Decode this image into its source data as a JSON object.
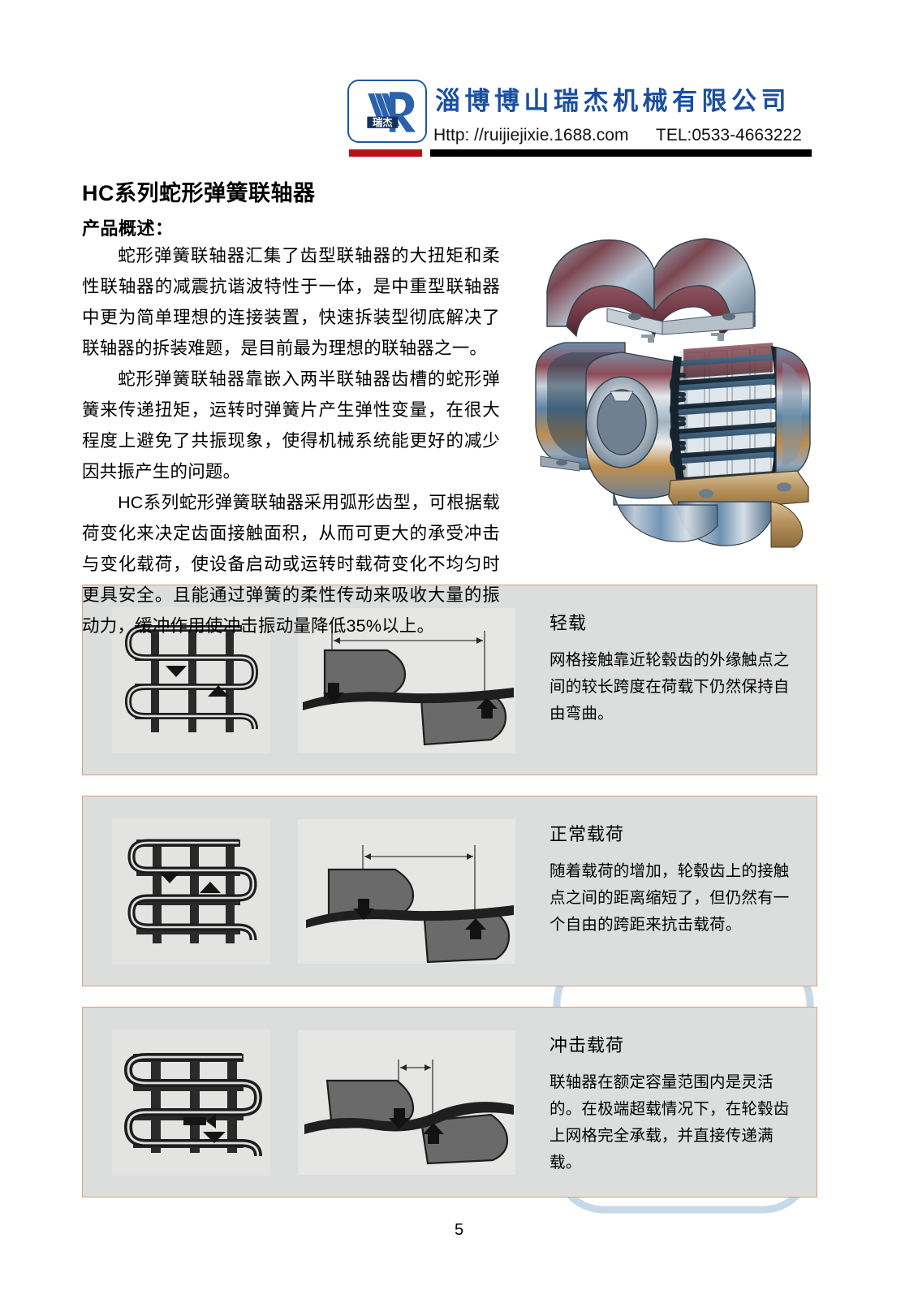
{
  "header": {
    "logo_alt": "瑞杰",
    "logo_mark_text": "瑞杰",
    "company_name": "淄博博山瑞杰机械有限公司",
    "url": "Http: //ruijiejixie.1688.com",
    "tel": "TEL:0533-4663222",
    "rule_red_color": "#b71218",
    "rule_black_color": "#000000",
    "brand_color": "#1a4fa0"
  },
  "content": {
    "title": "HC系列蛇形弹簧联轴器",
    "section_label": "产品概述：",
    "paragraphs": [
      "蛇形弹簧联轴器汇集了齿型联轴器的大扭矩和柔性联轴器的减震抗谐波特性于一体，是中重型联轴器中更为简单理想的连接装置，快速拆装型彻底解决了联轴器的拆装难题，是目前最为理想的联轴器之一。",
      "蛇形弹簧联轴器靠嵌入两半联轴器齿槽的蛇形弹簧来传递扭矩，运转时弹簧片产生弹性变量，在很大程度上避免了共振现象，使得机械系统能更好的减少因共振产生的问题。",
      "HC系列蛇形弹簧联轴器采用弧形齿型，可根据载荷变化来决定齿面接触面积，从而可更大的承受冲击与变化载荷，使设备启动或运转时载荷变化不均匀时更具安全。且能通过弹簧的柔性传动来吸收大量的振动力，缓冲作用使冲击振动量降低35%以上。"
    ]
  },
  "product_image": {
    "name": "蛇形弹簧联轴器剖视图",
    "colors": {
      "steel_blue": "#4a7fa8",
      "steel_light": "#c9d6e0",
      "maroon": "#7a3b4a",
      "bronze": "#b8935a",
      "dark": "#1d2b3a"
    }
  },
  "panels": [
    {
      "heading": "轻载",
      "body": "网格接触靠近轮毂齿的外缘触点之间的较长跨度在荷载下仍然保持自由弯曲。",
      "mesh_alt": "蛇形弹簧网格轻载接触示意图",
      "tooth_alt": "轮毂齿接触跨距示意图（跨距最长）",
      "span": "long"
    },
    {
      "heading": "正常载荷",
      "body": "随着载荷的增加，轮毂齿上的接触点之间的距离缩短了，但仍然有一个自由的跨距来抗击载荷。",
      "mesh_alt": "蛇形弹簧网格正常载荷接触示意图",
      "tooth_alt": "轮毂齿接触跨距示意图（跨距缩短）",
      "span": "medium"
    },
    {
      "heading": "冲击载荷",
      "body": "联轴器在额定容量范围内是灵活的。在极端超载情况下，在轮毂齿上网格完全承载，并直接传递满载。",
      "mesh_alt": "蛇形弹簧网格冲击载荷接触示意图",
      "tooth_alt": "轮毂齿接触跨距示意图（跨距最短）",
      "span": "short"
    }
  ],
  "panel_style": {
    "background": "#dcdddd",
    "border_color": "#d8a080"
  },
  "watermark": {
    "alt": "瑞杰 logo watermark",
    "color": "#b9cfe2"
  },
  "footer": {
    "page_number": "5"
  }
}
